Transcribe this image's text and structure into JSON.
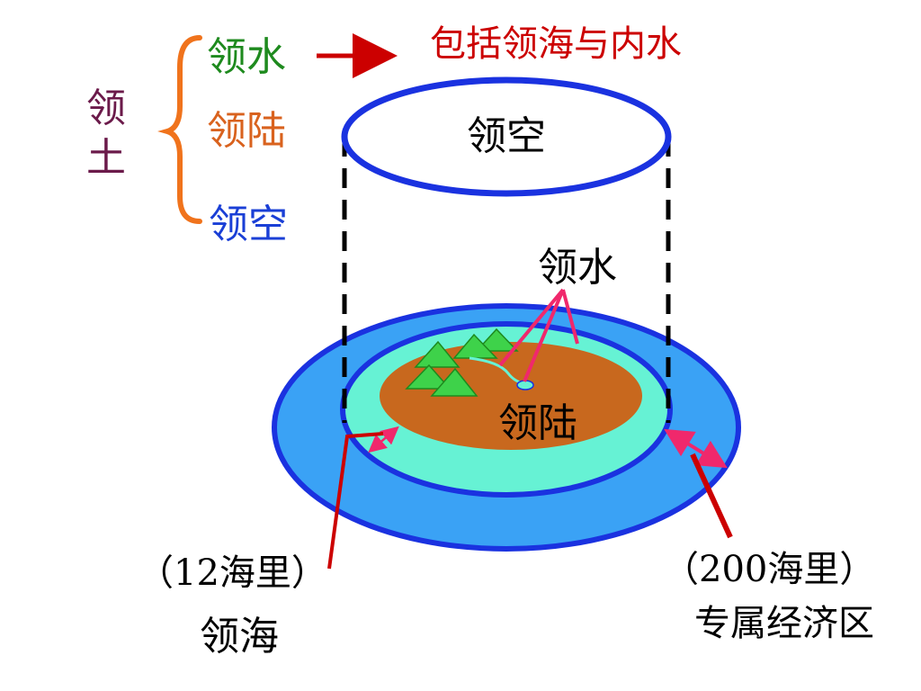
{
  "territory": {
    "label_chars": [
      "领",
      "土"
    ],
    "items": [
      {
        "label": "领水"
      },
      {
        "label": "领陆"
      },
      {
        "label": "领空"
      }
    ]
  },
  "note": {
    "text": "包括领海与内水"
  },
  "diagram": {
    "airspace_label": "领空",
    "waters_label": "领水",
    "land_label": "领陆",
    "territorial_sea": {
      "distance": "（12海里）",
      "name": "领海"
    },
    "eez": {
      "distance": "（200海里）",
      "name": "专属经济区"
    }
  },
  "colors": {
    "territory": "#6b1a4a",
    "water_item": "#1e8a1e",
    "land_item": "#d9621e",
    "air_item": "#1a3fd6",
    "brace": "#f0731c",
    "note": "#cc0000",
    "arrow": "#cc0000",
    "outline": "#1a32e0",
    "outer_sea": "#3aa2f5",
    "inner_sea": "#66f2d4",
    "land": "#c8681e",
    "mountain": "#3ed24a",
    "pointer": "#f0286c"
  }
}
